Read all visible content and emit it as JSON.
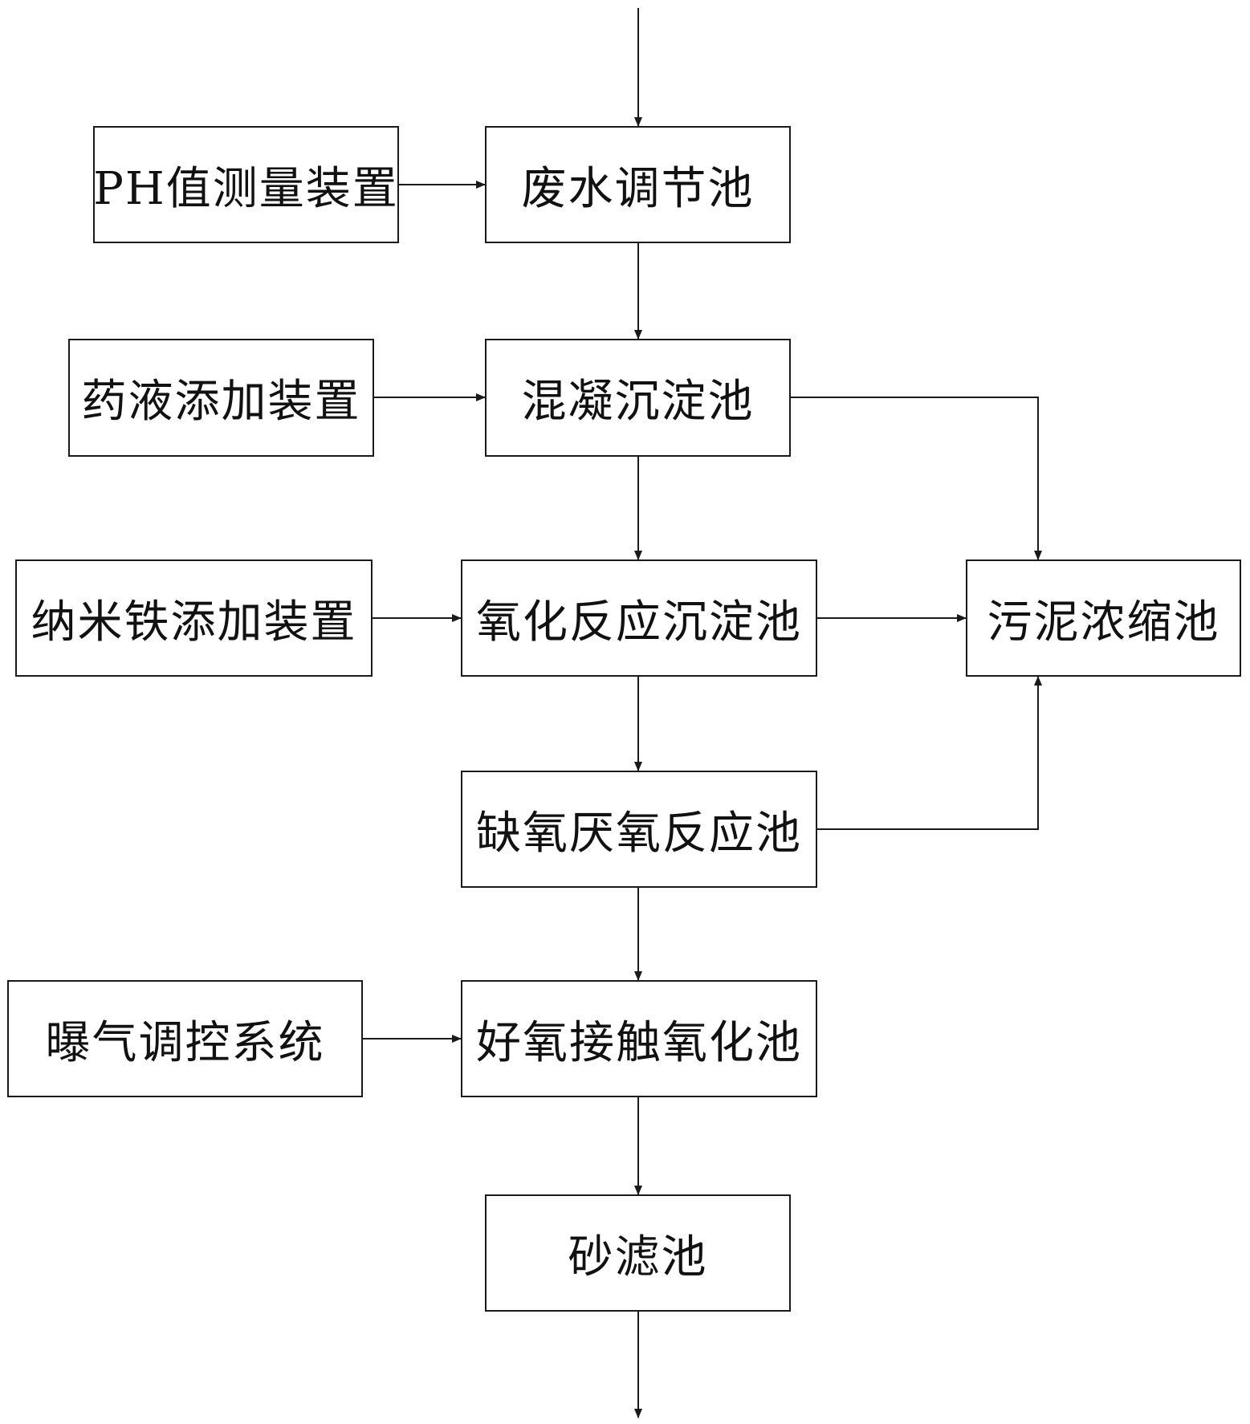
{
  "diagram": {
    "nodes": {
      "ph_meter": "PH值测量装置",
      "regulating_tank": "废水调节池",
      "chemical_dosing": "药液添加装置",
      "coagulation_tank": "混凝沉淀池",
      "nano_iron_dosing": "纳米铁添加装置",
      "oxidation_tank": "氧化反应沉淀池",
      "sludge_thickener": "污泥浓缩池",
      "anoxic_anaerobic_tank": "缺氧厌氧反应池",
      "aeration_control": "曝气调控系统",
      "aerobic_contact_tank": "好氧接触氧化池",
      "sand_filter": "砂滤池"
    },
    "edges": [
      {
        "from": "inlet",
        "to": "regulating_tank"
      },
      {
        "from": "ph_meter",
        "to": "regulating_tank"
      },
      {
        "from": "regulating_tank",
        "to": "coagulation_tank"
      },
      {
        "from": "chemical_dosing",
        "to": "coagulation_tank"
      },
      {
        "from": "coagulation_tank",
        "to": "oxidation_tank"
      },
      {
        "from": "coagulation_tank",
        "to": "sludge_thickener"
      },
      {
        "from": "nano_iron_dosing",
        "to": "oxidation_tank"
      },
      {
        "from": "oxidation_tank",
        "to": "sludge_thickener"
      },
      {
        "from": "oxidation_tank",
        "to": "anoxic_anaerobic_tank"
      },
      {
        "from": "anoxic_anaerobic_tank",
        "to": "sludge_thickener"
      },
      {
        "from": "anoxic_anaerobic_tank",
        "to": "aerobic_contact_tank"
      },
      {
        "from": "aeration_control",
        "to": "aerobic_contact_tank"
      },
      {
        "from": "aerobic_contact_tank",
        "to": "sand_filter"
      },
      {
        "from": "sand_filter",
        "to": "outlet"
      }
    ],
    "line_color": "#1a1a1a"
  }
}
